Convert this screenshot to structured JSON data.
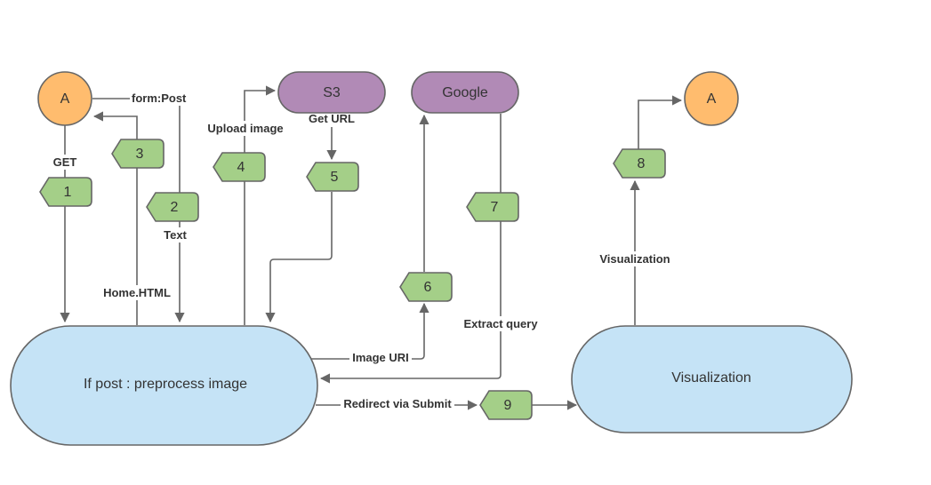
{
  "colors": {
    "actor": "#ffbc6e",
    "service": "#b18ab6",
    "process": "#c5e3f6",
    "step": "#a4cf88",
    "stroke": "#666666",
    "edge": "#666666"
  },
  "nodes": {
    "actor_start": "A",
    "actor_end": "A",
    "s3": "S3",
    "google": "Google",
    "main_process": "If post : preprocess image",
    "visualization": "Visualization"
  },
  "steps": [
    "1",
    "2",
    "3",
    "4",
    "5",
    "6",
    "7",
    "8",
    "9"
  ],
  "edge_labels": {
    "get": "GET",
    "form_post": "form:Post",
    "text": "Text",
    "home_html": "Home.HTML",
    "upload_image": "Upload image",
    "get_url": "Get URL",
    "image_uri": "Image URI",
    "extract_query": "Extract query",
    "redirect": "Redirect via Submit",
    "visualization": "Visualization"
  }
}
